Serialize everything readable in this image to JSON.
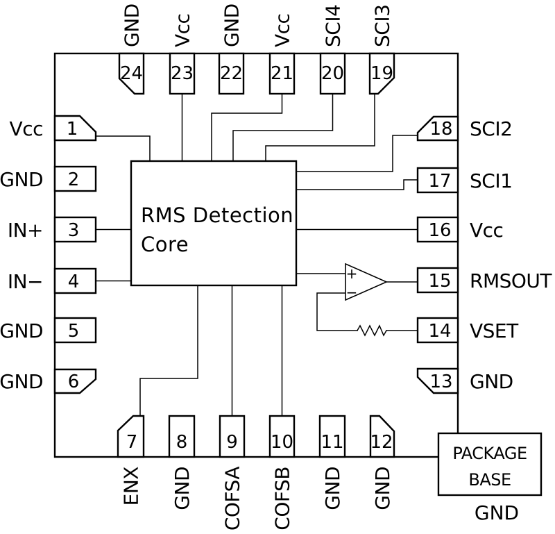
{
  "diagram": {
    "core": {
      "line1": "RMS Detection",
      "line2": "Core"
    },
    "opamp": {
      "plus_label": "+",
      "minus_label": "−"
    },
    "package_base": {
      "line1": "PACKAGE",
      "line2": "BASE",
      "ground_label": "GND"
    },
    "colors": {
      "line": "#000000",
      "background": "#ffffff"
    }
  },
  "pins": {
    "left": [
      {
        "number": "1",
        "label": "Vcc"
      },
      {
        "number": "2",
        "label": "GND"
      },
      {
        "number": "3",
        "label": "IN+"
      },
      {
        "number": "4",
        "label": "IN−"
      },
      {
        "number": "5",
        "label": "GND"
      },
      {
        "number": "6",
        "label": "GND"
      }
    ],
    "right": [
      {
        "number": "18",
        "label": "SCI2"
      },
      {
        "number": "17",
        "label": "SCI1"
      },
      {
        "number": "16",
        "label": "Vcc"
      },
      {
        "number": "15",
        "label": "RMSOUT"
      },
      {
        "number": "14",
        "label": "VSET"
      },
      {
        "number": "13",
        "label": "GND"
      }
    ],
    "top": [
      {
        "number": "24",
        "label": "GND"
      },
      {
        "number": "23",
        "label": "Vcc"
      },
      {
        "number": "22",
        "label": "GND"
      },
      {
        "number": "21",
        "label": "Vcc"
      },
      {
        "number": "20",
        "label": "SCI4"
      },
      {
        "number": "19",
        "label": "SCI3"
      }
    ],
    "bottom": [
      {
        "number": "7",
        "label": "ENX"
      },
      {
        "number": "8",
        "label": "GND"
      },
      {
        "number": "9",
        "label": "COFSA"
      },
      {
        "number": "10",
        "label": "COFSB"
      },
      {
        "number": "11",
        "label": "GND"
      },
      {
        "number": "12",
        "label": "GND"
      }
    ]
  }
}
